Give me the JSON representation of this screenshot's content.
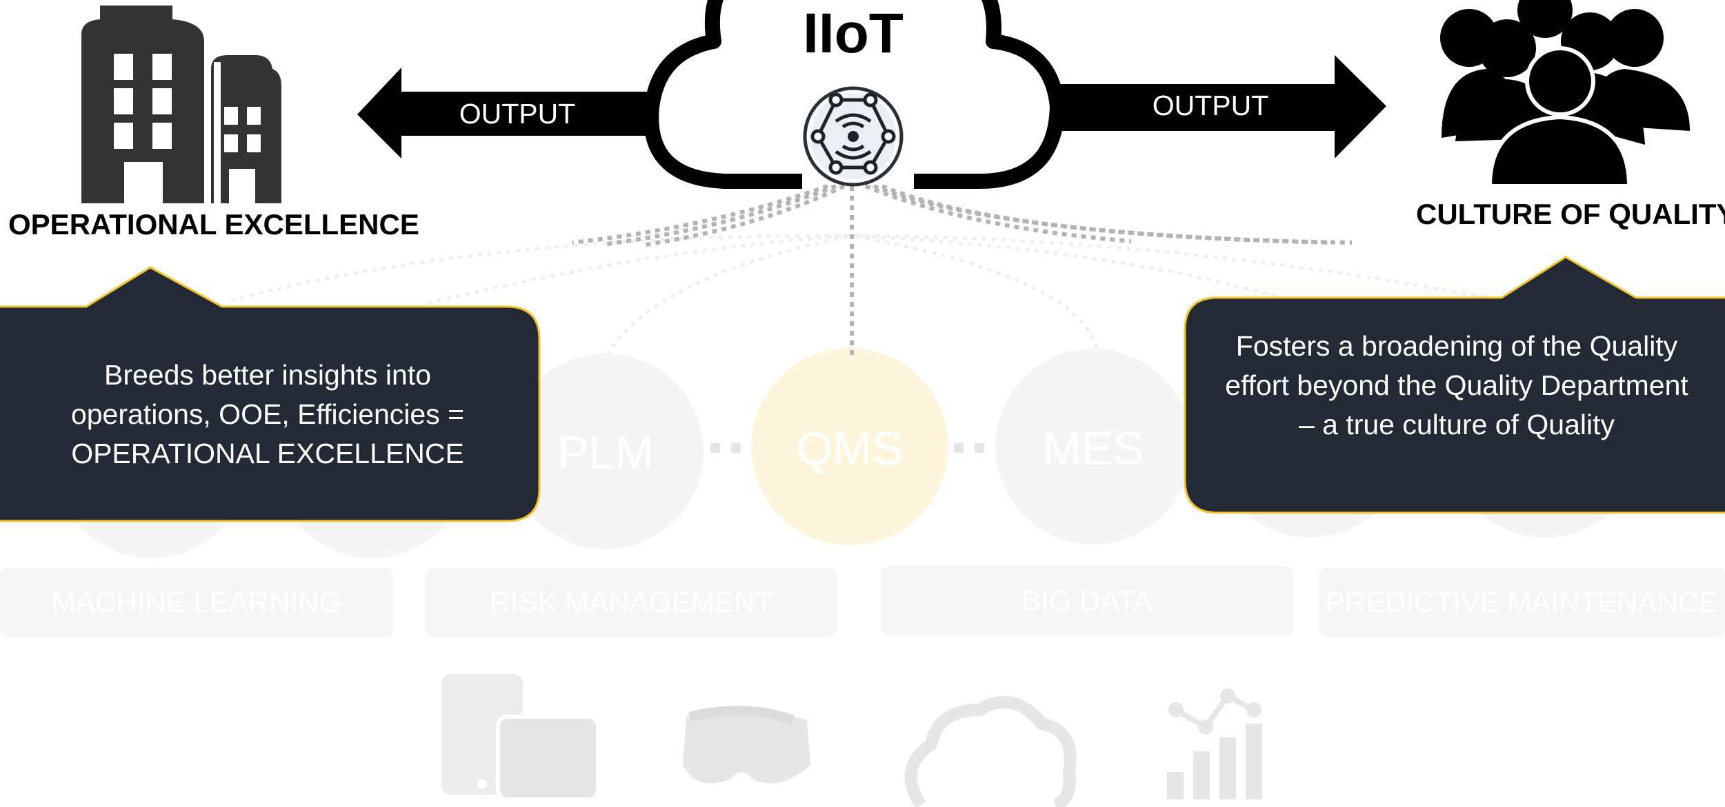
{
  "hub": {
    "title": "IIoT"
  },
  "arrows": {
    "left_label": "OUTPUT",
    "right_label": "OUTPUT"
  },
  "outputs": {
    "left_title": "OPERATIONAL EXCELLENCE",
    "right_title": "CULTURE OF QUALITY"
  },
  "callouts": {
    "left_text": "Breeds better insights into operations, OOE, Efficiencies = OPERATIONAL EXCELLENCE",
    "right_text": "Fosters a broadening of the Quality effort beyond the Quality Department – a true culture of Quality"
  },
  "systems": [
    "PLM",
    "QMS",
    "MES"
  ],
  "capabilities": [
    "MACHINE LEARNING",
    "RISK MANAGEMENT",
    "BIG DATA",
    "PREDICTIVE MAINTENANCE"
  ],
  "technology_icons": [
    "devices-icon",
    "vr-headset-icon",
    "cloud-icon",
    "analytics-chart-icon"
  ],
  "colors": {
    "callout_fill": "#232a35",
    "callout_border": "#f2c12e",
    "qms_highlight": "#fdf6dc",
    "faded": "#f4f4f4",
    "connector": "#b3b3b3"
  }
}
